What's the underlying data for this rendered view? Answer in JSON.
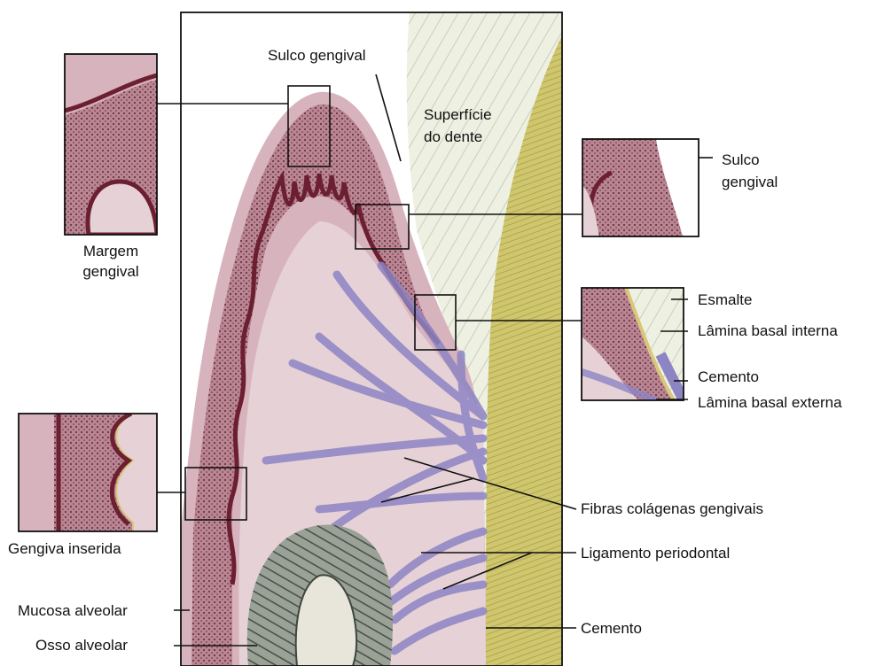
{
  "labels": {
    "sulco_gengival_top": "Sulco gengival",
    "superficie_dente_1": "Superfície",
    "superficie_dente_2": "do dente",
    "margem_1": "Margem",
    "margem_2": "gengival",
    "sulco_right_1": "Sulco",
    "sulco_right_2": "gengival",
    "esmalte": "Esmalte",
    "lamina_interna": "Lâmina basal interna",
    "cemento_1": "Cemento",
    "lamina_externa": "Lâmina basal externa",
    "gengiva_inserida": "Gengiva inserida",
    "fibras": "Fibras colágenas gengivais",
    "ligamento": "Ligamento periodontal",
    "mucosa": "Mucosa alveolar",
    "osso": "Osso alveolar",
    "cemento_2": "Cemento"
  },
  "colors": {
    "gingiva": "#d7b4bd",
    "epithelium": "#a86a7c",
    "basal_layer": "#6b1f31",
    "lamina_propria": "#e6d2d6",
    "enamel": "#eef0e2",
    "cementum_root": "#cfc66d",
    "ligament_fibers": "#8d84c4",
    "bone": "#8f978c",
    "line": "#111111"
  }
}
